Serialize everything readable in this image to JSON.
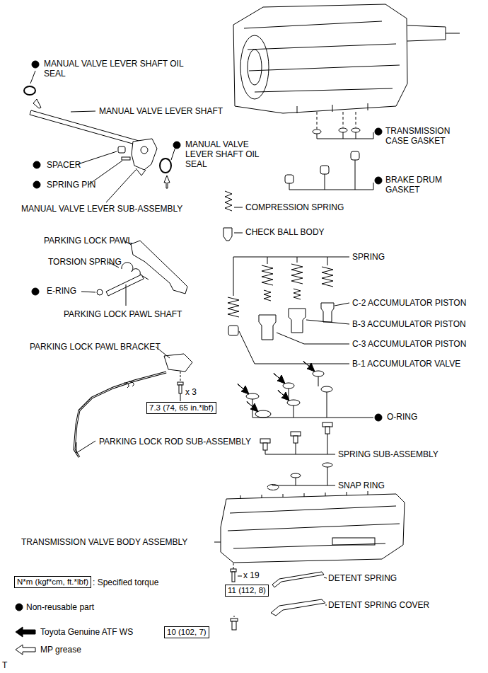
{
  "diagram": {
    "nodes": [
      {
        "text": [
          "7.3 (74, 65 in.*lbf)"
        ]
      },
      {
        "text": [
          "11 (112, 8)"
        ]
      },
      {
        "text": [
          "N*m (kgf*cm, ft.*lbf)"
        ]
      },
      {
        "text": [
          "10 (102, 7)"
        ]
      }
    ],
    "labels": [
      "MANUAL VALVE LEVER SHAFT OIL SEAL",
      "MANUAL VALVE LEVER SHAFT",
      "SPACER",
      "SPRING PIN",
      "MANUAL VALVE LEVER SHAFT OIL SEAL",
      "MANUAL VALVE LEVER SUB-ASSEMBLY",
      "TRANSMISSION CASE GASKET",
      "BRAKE DRUM GASKET",
      "COMPRESSION SPRING",
      "CHECK BALL BODY",
      "SPRING",
      "C-2 ACCUMULATOR PISTON",
      "B-3 ACCUMULATOR PISTON",
      "C-3 ACCUMULATOR PISTON",
      "B-1 ACCUMULATOR VALVE",
      "PARKING LOCK PAWL",
      "TORSION SPRING",
      "E-RING",
      "PARKING LOCK PAWL SHAFT",
      "PARKING LOCK PAWL BRACKET",
      "x 3",
      "PARKING LOCK ROD SUB-ASSEMBLY",
      "O-RING",
      "SPRING SUB-ASSEMBLY",
      "SNAP RING",
      "TRANSMISSION VALVE BODY ASSEMBLY",
      "x 19",
      "DETENT SPRING",
      "DETENT SPRING COVER",
      "T"
    ],
    "legend": [
      {
        "text": ": Specified torque"
      },
      {
        "text": "Non-reusable part"
      },
      {
        "text": "Toyota Genuine ATF WS"
      },
      {
        "text": "MP grease"
      }
    ]
  }
}
